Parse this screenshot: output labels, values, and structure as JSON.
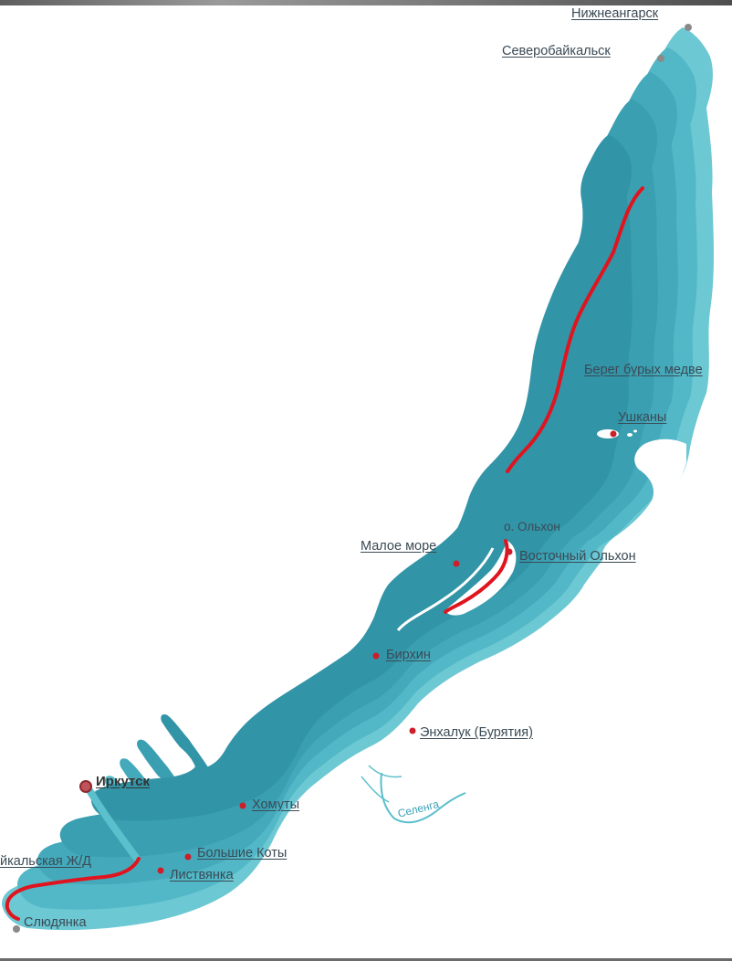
{
  "colors": {
    "lake_outer": "#5bbfcc",
    "lake_mid": "#3fa9ba",
    "lake_deep": "#2f95a8",
    "lake_deepest": "#2a879b",
    "shore_highlight": "#e0141e",
    "city_dot": "#cc1f2a",
    "town_dot": "#8a8a8a",
    "river": "#5bbfcc"
  },
  "places": {
    "nizhneangarsk": "Нижнеангарск",
    "severobaikalsk": "Северобайкальск",
    "bereg": "Берег бурых медве",
    "ushkany": "Ушканы",
    "olkhon_island": "о. Ольхон",
    "maloe_more": "Малое море",
    "vostochny_olkhon": "Восточный Ольхон",
    "birkhin": "Бирхин",
    "enkhaluk": "Энхалук (Бурятия)",
    "irkutsk": "Иркутск",
    "khomuty": "Хомуты",
    "bolshie_koty": "Большие Коты",
    "listvyanka": "Листвянка",
    "krugobaikalskaya": "йкальская Ж/Д",
    "slyudyanka": "Слюдянка"
  },
  "river_name": "Селенга",
  "icons": {
    "town_marker": "circle-dot",
    "city_marker": "ring-dot"
  }
}
